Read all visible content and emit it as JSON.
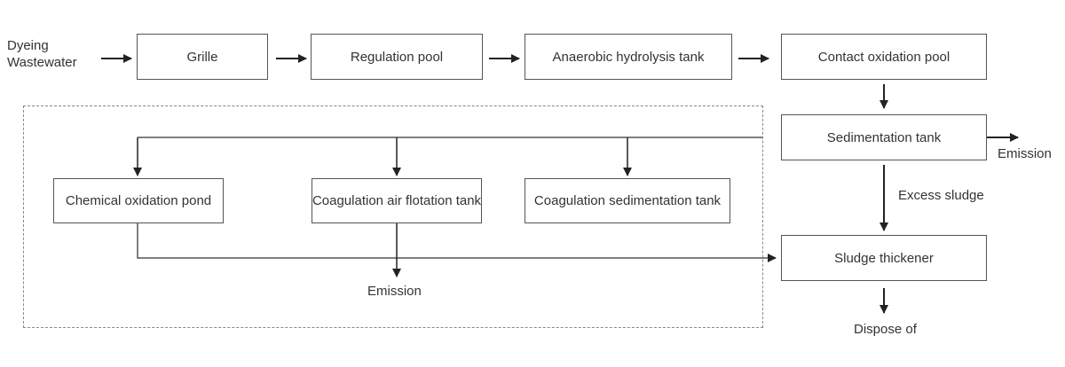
{
  "diagram": {
    "source_label_line1": "Dyeing",
    "source_label_line2": "Wastewater",
    "boxes": {
      "grille": "Grille",
      "regulation_pool": "Regulation pool",
      "anaerobic_hydrolysis_tank": "Anaerobic hydrolysis tank",
      "contact_oxidation_pool": "Contact oxidation pool",
      "sedimentation_tank": "Sedimentation tank",
      "sludge_thickener": "Sludge thickener",
      "chemical_oxidation_pond": "Chemical oxidation pond",
      "coagulation_air_flotation_tank": "Coagulation air flotation tank",
      "coagulation_sedimentation_tank": "Coagulation sedimentation tank"
    },
    "labels": {
      "emission_right": "Emission",
      "excess_sludge": "Excess sludge",
      "emission_bottom": "Emission",
      "dispose_of": "Dispose of"
    }
  }
}
